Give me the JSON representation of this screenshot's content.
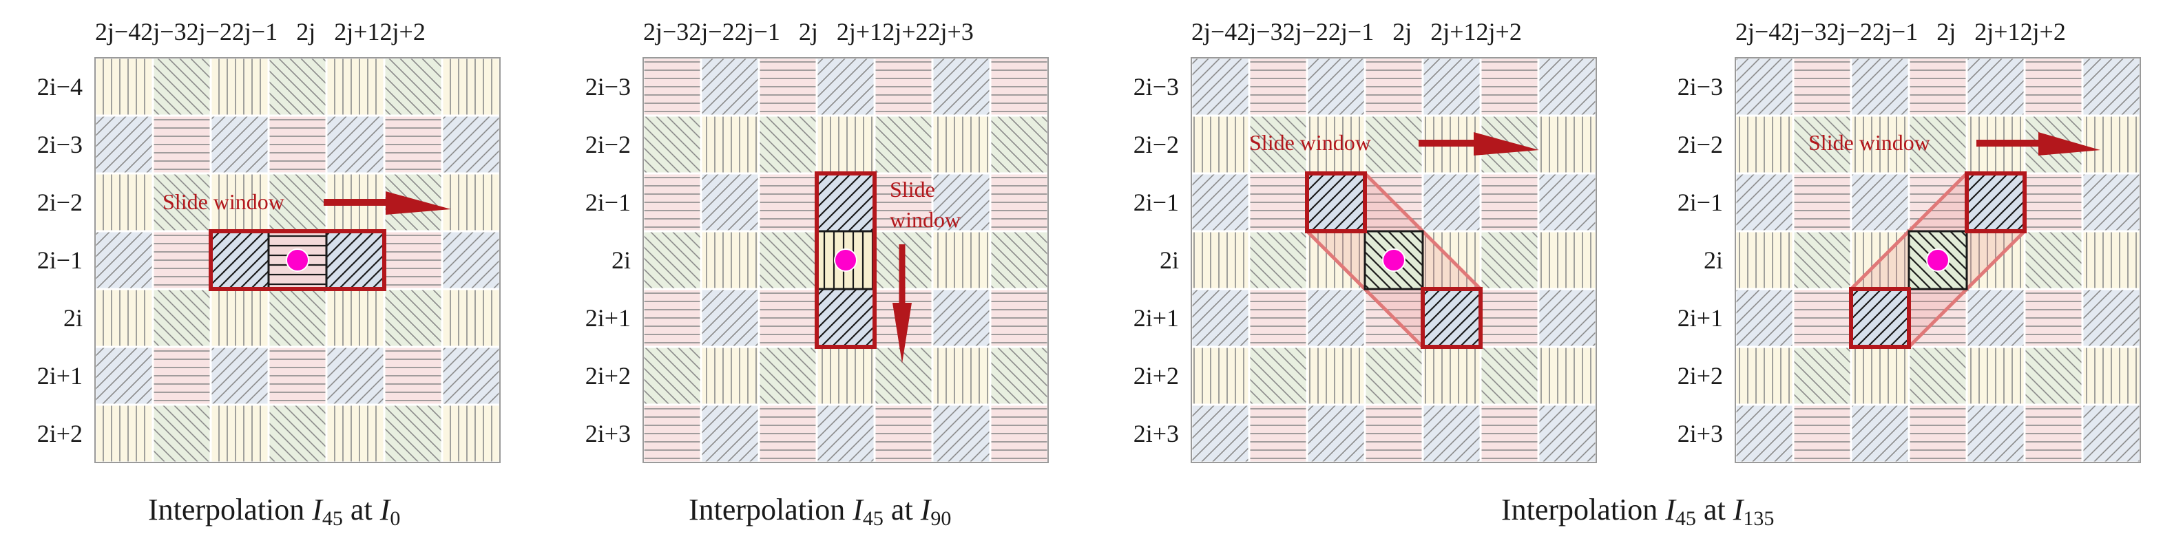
{
  "panels": [
    {
      "id": "p0",
      "rows": [
        "2i−4",
        "2i−3",
        "2i−2",
        "2i−1",
        "2i",
        "2i+1",
        "2i+2"
      ],
      "cols": [
        "2j−4",
        "2j−3",
        "2j−2",
        "2j−1",
        "2j",
        "2j+1",
        "2j+2"
      ],
      "col_header": "2j−42j−32j−22j−1   2j   2j+12j+2",
      "caption": {
        "pre": "Interpolation ",
        "var": "I",
        "sub1": "45",
        "mid": " at ",
        "var2": "I",
        "sub2": "0"
      },
      "slide_label": "Slide window"
    },
    {
      "id": "p1",
      "rows": [
        "2i−3",
        "2i−2",
        "2i−1",
        "2i",
        "2i+1",
        "2i+2",
        "2i+3"
      ],
      "cols": [
        "2j−3",
        "2j−2",
        "2j−1",
        "2j",
        "2j+1",
        "2j+2",
        "2j+3"
      ],
      "col_header": "2j−32j−22j−1   2j   2j+12j+22j+3",
      "caption": {
        "pre": "Interpolation ",
        "var": "I",
        "sub1": "45",
        "mid": " at ",
        "var2": "I",
        "sub2": "90"
      },
      "slide_label_1": "Slide",
      "slide_label_2": "window"
    },
    {
      "id": "p2",
      "rows": [
        "2i−3",
        "2i−2",
        "2i−1",
        "2i",
        "2i+1",
        "2i+2",
        "2i+3"
      ],
      "cols": [
        "2j−4",
        "2j−3",
        "2j−2",
        "2j−1",
        "2j",
        "2j+1",
        "2j+2"
      ],
      "col_header": "2j−42j−32j−22j−1   2j   2j+12j+2",
      "slide_label": "Slide window"
    },
    {
      "id": "p3",
      "rows": [
        "2i−3",
        "2i−2",
        "2i−1",
        "2i",
        "2i+1",
        "2i+2",
        "2i+3"
      ],
      "cols": [
        "2j−4",
        "2j−3",
        "2j−2",
        "2j−1",
        "2j",
        "2j+1",
        "2j+2"
      ],
      "col_header": "2j−42j−32j−22j−1   2j   2j+12j+2",
      "slide_label": "Slide window"
    }
  ],
  "shared_caption": {
    "pre": "Interpolation ",
    "var": "I",
    "sub1": "45",
    "mid": " at ",
    "var2": "I",
    "sub2": "135"
  },
  "colors": {
    "vertical_fill": "#fbf6e2",
    "horizontal_fill": "#f8e3e3",
    "diag45_fill": "#e3e9f1",
    "diag135_fill": "#e8efe0",
    "grid_line": "#b0b0b0",
    "window_red": "#b3171c",
    "center_dot": "#ff00cc"
  }
}
